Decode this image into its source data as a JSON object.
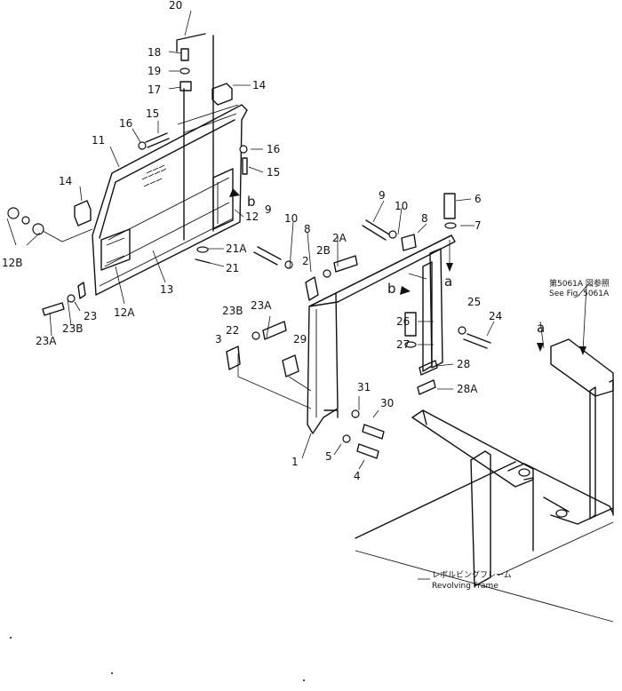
{
  "callouts": [
    {
      "id": "c20",
      "text": "20"
    },
    {
      "id": "c18",
      "text": "18"
    },
    {
      "id": "c19",
      "text": "19"
    },
    {
      "id": "c17",
      "text": "17"
    },
    {
      "id": "c14a",
      "text": "14"
    },
    {
      "id": "c15a",
      "text": "15"
    },
    {
      "id": "c16a",
      "text": "16"
    },
    {
      "id": "c11",
      "text": "11"
    },
    {
      "id": "c16b",
      "text": "16"
    },
    {
      "id": "c15b",
      "text": "15"
    },
    {
      "id": "c14b",
      "text": "14"
    },
    {
      "id": "cb1",
      "text": "b"
    },
    {
      "id": "c12a",
      "text": "12"
    },
    {
      "id": "c12B",
      "text": "12B"
    },
    {
      "id": "c21A",
      "text": "21A"
    },
    {
      "id": "c21",
      "text": "21"
    },
    {
      "id": "c13",
      "text": "13"
    },
    {
      "id": "c12A",
      "text": "12A"
    },
    {
      "id": "c23",
      "text": "23"
    },
    {
      "id": "c23B1",
      "text": "23B"
    },
    {
      "id": "c23A1",
      "text": "23A"
    },
    {
      "id": "c9a",
      "text": "9"
    },
    {
      "id": "c10a",
      "text": "10"
    },
    {
      "id": "c8a",
      "text": "8"
    },
    {
      "id": "c2A",
      "text": "2A"
    },
    {
      "id": "c2B",
      "text": "2B"
    },
    {
      "id": "c2",
      "text": "2"
    },
    {
      "id": "c9b",
      "text": "9"
    },
    {
      "id": "c10b",
      "text": "10"
    },
    {
      "id": "c8b",
      "text": "8"
    },
    {
      "id": "c6",
      "text": "6"
    },
    {
      "id": "c7",
      "text": "7"
    },
    {
      "id": "ca1",
      "text": "a"
    },
    {
      "id": "cb2",
      "text": "b"
    },
    {
      "id": "c25",
      "text": "25"
    },
    {
      "id": "c24",
      "text": "24"
    },
    {
      "id": "c26",
      "text": "26"
    },
    {
      "id": "c27",
      "text": "27"
    },
    {
      "id": "c28",
      "text": "28"
    },
    {
      "id": "c28A",
      "text": "28A"
    },
    {
      "id": "c23B2",
      "text": "23B"
    },
    {
      "id": "c23A2",
      "text": "23A"
    },
    {
      "id": "c3",
      "text": "3"
    },
    {
      "id": "c22",
      "text": "22"
    },
    {
      "id": "c29",
      "text": "29"
    },
    {
      "id": "c31",
      "text": "31"
    },
    {
      "id": "c30",
      "text": "30"
    },
    {
      "id": "c1",
      "text": "1"
    },
    {
      "id": "c5",
      "text": "5"
    },
    {
      "id": "c4",
      "text": "4"
    },
    {
      "id": "ca2",
      "text": "a"
    }
  ],
  "reference_note": {
    "line1": "第5061A 図参照",
    "line2": "See Fig. 5061A"
  },
  "frame_caption": {
    "line1": "レボルビングフレーム",
    "line2": "Revolving  Frame"
  }
}
